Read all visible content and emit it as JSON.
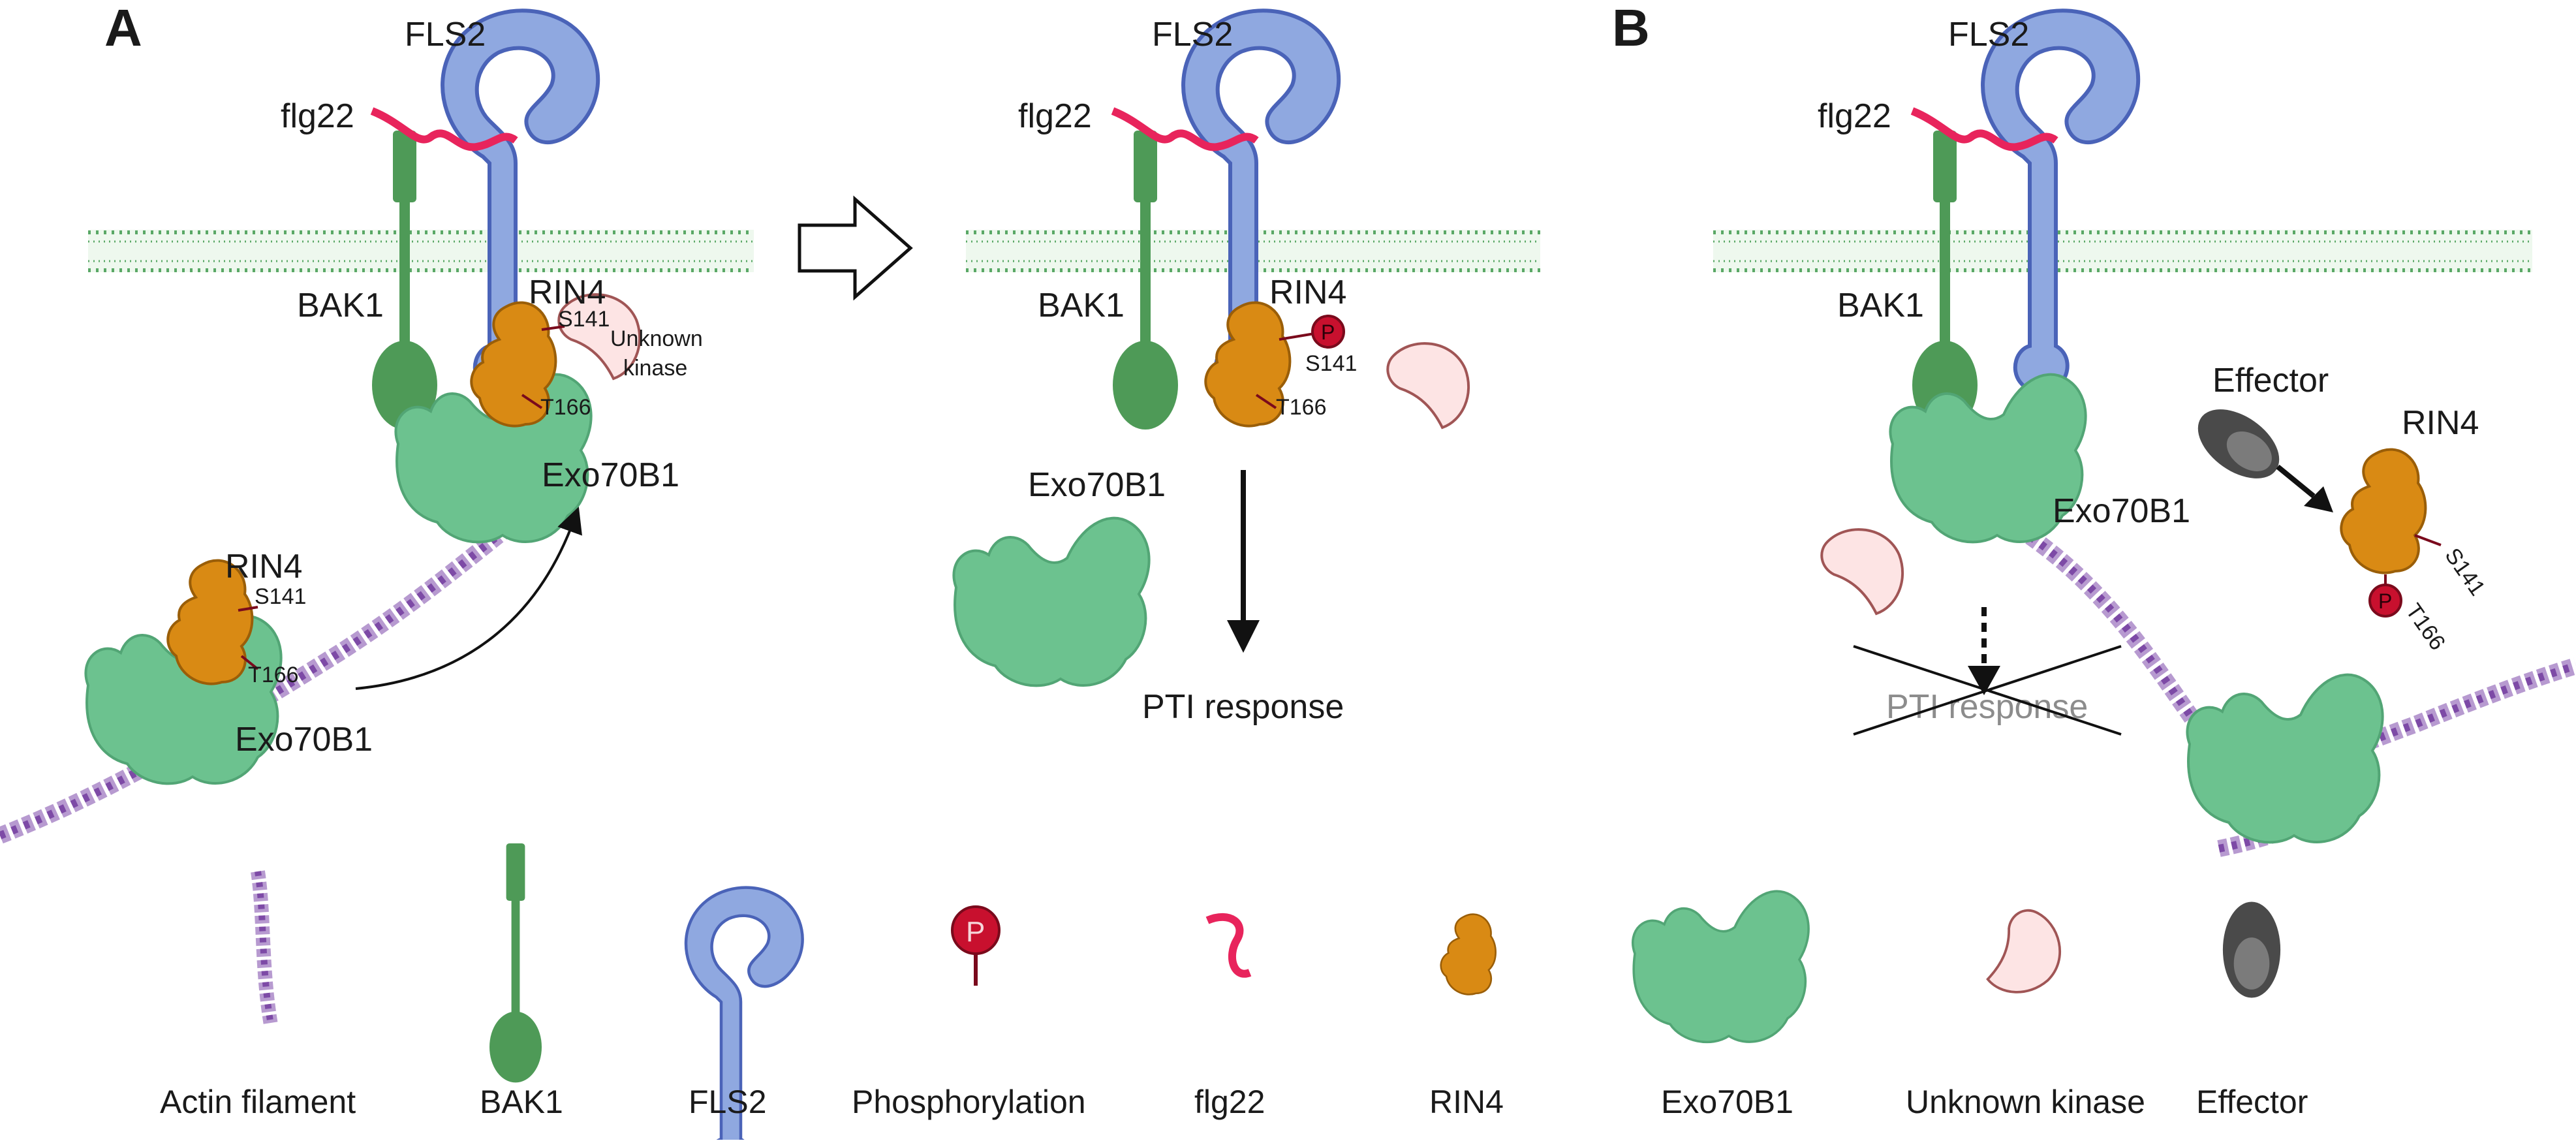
{
  "panels": {
    "a": "A",
    "b": "B"
  },
  "labels": {
    "fls2": "FLS2",
    "flg22": "flg22",
    "bak1": "BAK1",
    "rin4": "RIN4",
    "s141": "S141",
    "t166": "T166",
    "unknown_kinase_l1": "Unknown",
    "unknown_kinase_l2": "kinase",
    "exo70b1": "Exo70B1",
    "effector": "Effector",
    "phospho": "P",
    "pti_response": "PTI response"
  },
  "legend": {
    "actin": "Actin filament",
    "bak1": "BAK1",
    "fls2": "FLS2",
    "phosphorylation": "Phosphorylation",
    "flg22": "flg22",
    "rin4": "RIN4",
    "exo70b1": "Exo70B1",
    "unknown_kinase": "Unknown kinase",
    "effector": "Effector"
  },
  "colors": {
    "fls2": "#8fa8e0",
    "bak1": "#4e9a57",
    "rin4": "#d98a14",
    "exo70b1": "#6cc28f",
    "kinase": "#fde4e4",
    "effector": "#4a4a4a",
    "flg22": "#e8245c",
    "phospho": "#c8102e",
    "actin": "#8e5bb0",
    "membrane": "#5aa866"
  }
}
